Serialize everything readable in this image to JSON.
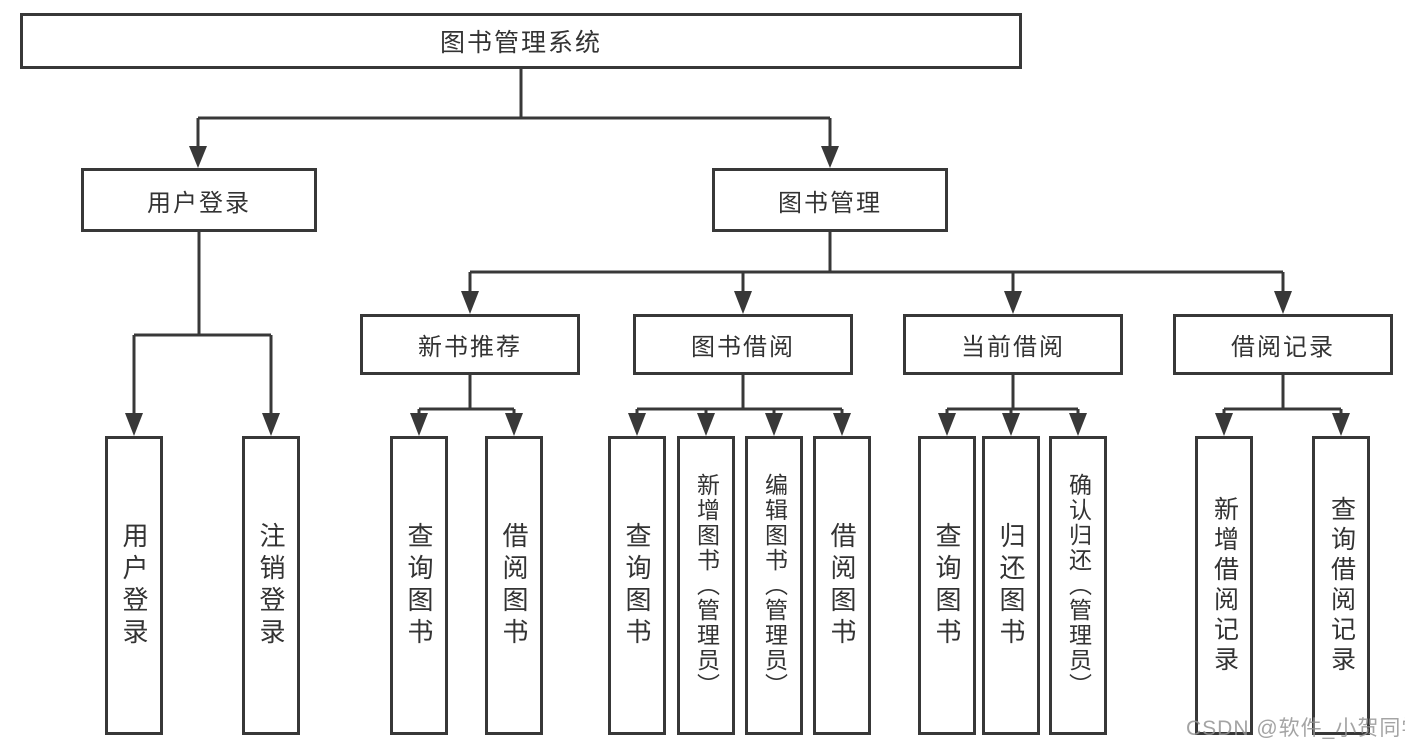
{
  "diagram_type": "hierarchy-tree",
  "tree": {
    "root": "图书管理系统",
    "branches": [
      {
        "label": "用户登录",
        "children": [
          "用户登录",
          "注销登录"
        ]
      },
      {
        "label": "图书管理",
        "sections": [
          {
            "label": "新书推荐",
            "children": [
              "查询图书",
              "借阅图书"
            ]
          },
          {
            "label": "图书借阅",
            "children": [
              "查询图书",
              "新增图书（管理员）",
              "编辑图书（管理员）",
              "借阅图书"
            ]
          },
          {
            "label": "当前借阅",
            "children": [
              "查询图书",
              "归还图书",
              "确认归还（管理员）"
            ]
          },
          {
            "label": "借阅记录",
            "children": [
              "新增借阅记录",
              "查询借阅记录"
            ]
          }
        ]
      }
    ]
  },
  "watermark": {
    "text": "CSDN @软件_小贺同学"
  },
  "colors": {
    "line": "#383838",
    "box_border": "#383838",
    "text": "#333333",
    "background": "#ffffff",
    "watermark": "#949494"
  }
}
